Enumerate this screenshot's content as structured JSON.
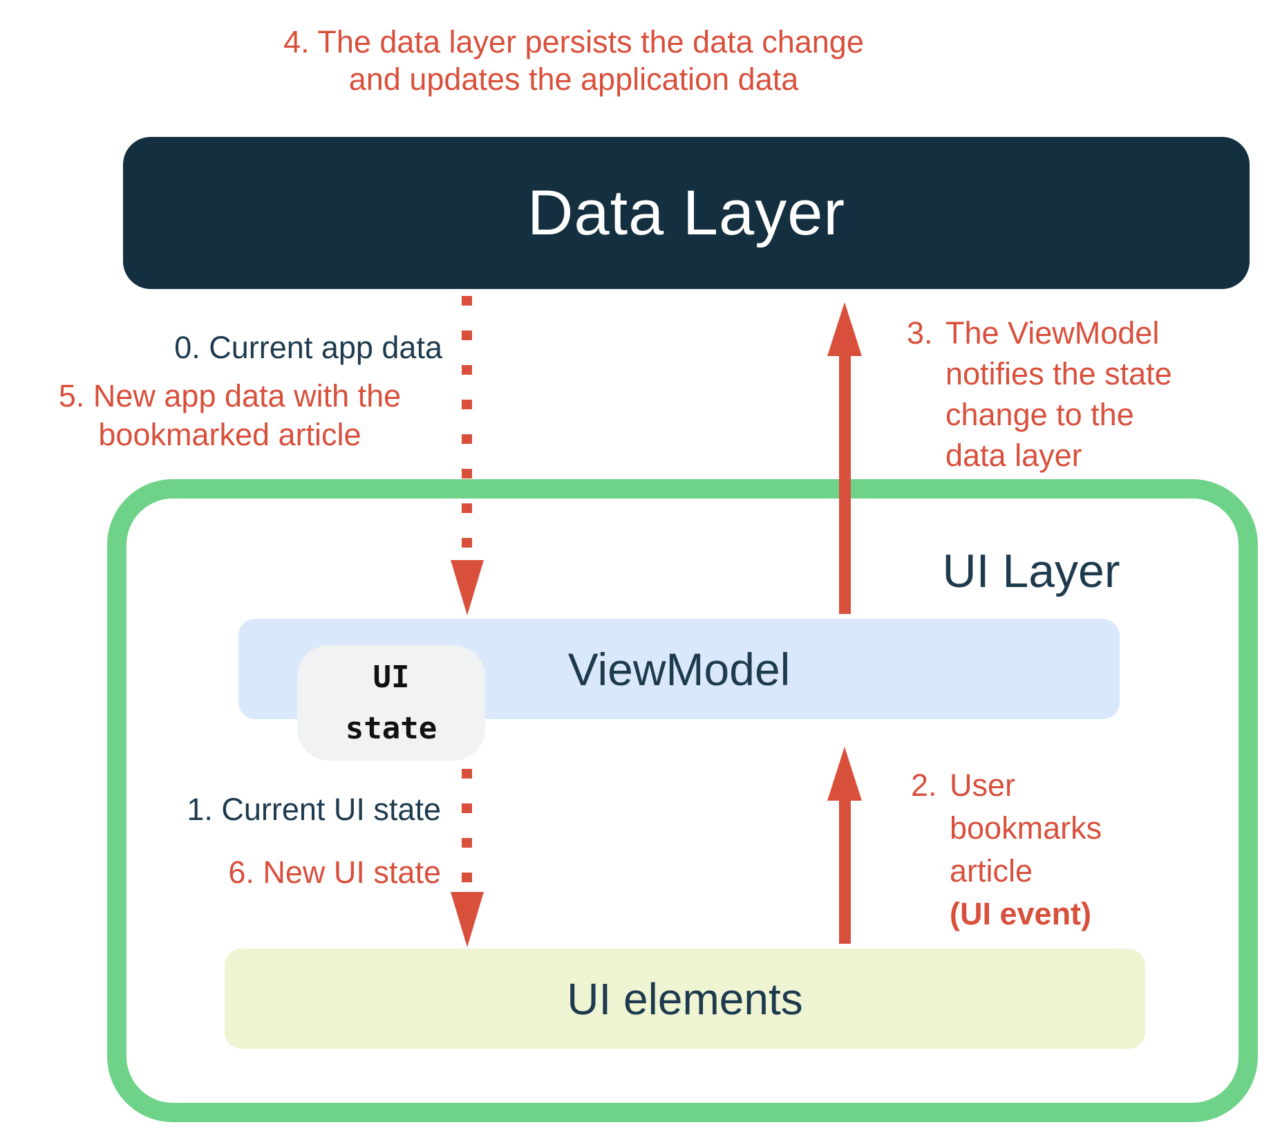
{
  "colors": {
    "navy_box": "#142F3F",
    "text_navy": "#1E3A4E",
    "red": "#D8503C",
    "green": "#6ED389",
    "blue": "#D9E9FB",
    "yellow": "#EFF5D3",
    "badge_bg": "#F0F2F3",
    "badge_text": "#111111",
    "white": "#FFFFFF"
  },
  "boxes": {
    "data_layer": {
      "label": "Data Layer"
    },
    "ui_layer": {
      "label": "UI Layer"
    },
    "viewmodel": {
      "label": "ViewModel"
    },
    "ui_state_badge": {
      "line1": "UI",
      "line2": "state"
    },
    "ui_elements": {
      "label": "UI elements"
    }
  },
  "annotations": {
    "step4": {
      "line1": "4. The data layer persists the data change",
      "line2": "and updates the application data"
    },
    "step0": "0. Current app data",
    "step5": {
      "line1": "5. New app data with the",
      "line2": "bookmarked article"
    },
    "step3": {
      "prefix": "3.",
      "lines": [
        "The ViewModel",
        "notifies the state",
        "change to the",
        "data layer"
      ]
    },
    "step1": "1. Current UI state",
    "step6": "6. New UI state",
    "step2": {
      "prefix": "2.",
      "lines": [
        "User",
        "bookmarks",
        "article"
      ],
      "bold_line": "(UI event)"
    }
  }
}
